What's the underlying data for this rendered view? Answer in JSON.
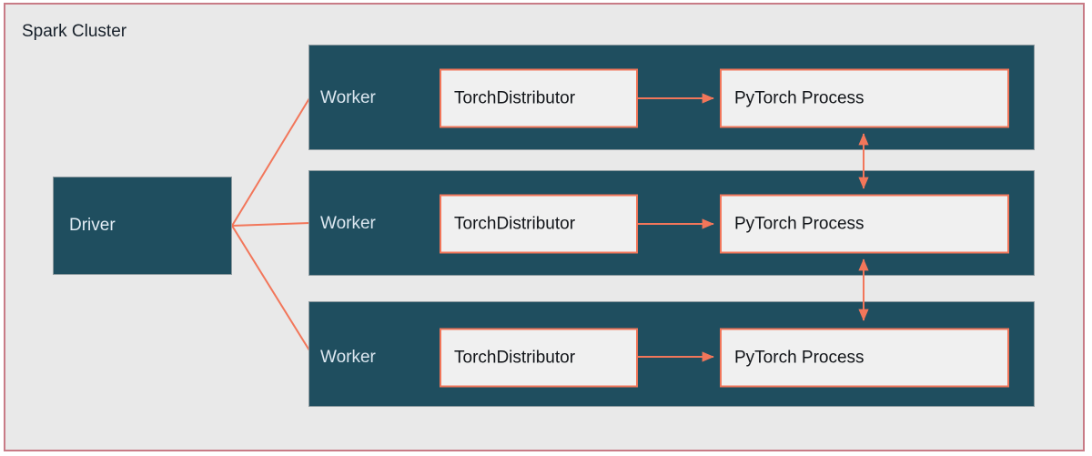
{
  "diagram": {
    "title": "Spark Cluster",
    "background_color": "#e9e9e9",
    "frame_border_color": "#c87b86",
    "node_fill_color": "#1f4e5f",
    "node_text_color": "#dce7f0",
    "inner_box_fill_color": "#f0f0f0",
    "inner_box_border_color": "#f2765a",
    "connector_color": "#f2765a",
    "driver": {
      "label": "Driver"
    },
    "workers": [
      {
        "label": "Worker",
        "distributor_label": "TorchDistributor",
        "process_label": "PyTorch Process"
      },
      {
        "label": "Worker",
        "distributor_label": "TorchDistributor",
        "process_label": "PyTorch Process"
      },
      {
        "label": "Worker",
        "distributor_label": "TorchDistributor",
        "process_label": "PyTorch Process"
      }
    ],
    "connections": [
      {
        "from": "Driver",
        "to": "Worker 1",
        "arrow": "none"
      },
      {
        "from": "Driver",
        "to": "Worker 2",
        "arrow": "none"
      },
      {
        "from": "Driver",
        "to": "Worker 3",
        "arrow": "none"
      },
      {
        "from": "TorchDistributor 1",
        "to": "PyTorch Process 1",
        "arrow": "single"
      },
      {
        "from": "TorchDistributor 2",
        "to": "PyTorch Process 2",
        "arrow": "single"
      },
      {
        "from": "TorchDistributor 3",
        "to": "PyTorch Process 3",
        "arrow": "single"
      },
      {
        "from": "PyTorch Process 1",
        "to": "PyTorch Process 2",
        "arrow": "double"
      },
      {
        "from": "PyTorch Process 2",
        "to": "PyTorch Process 3",
        "arrow": "double"
      }
    ]
  }
}
